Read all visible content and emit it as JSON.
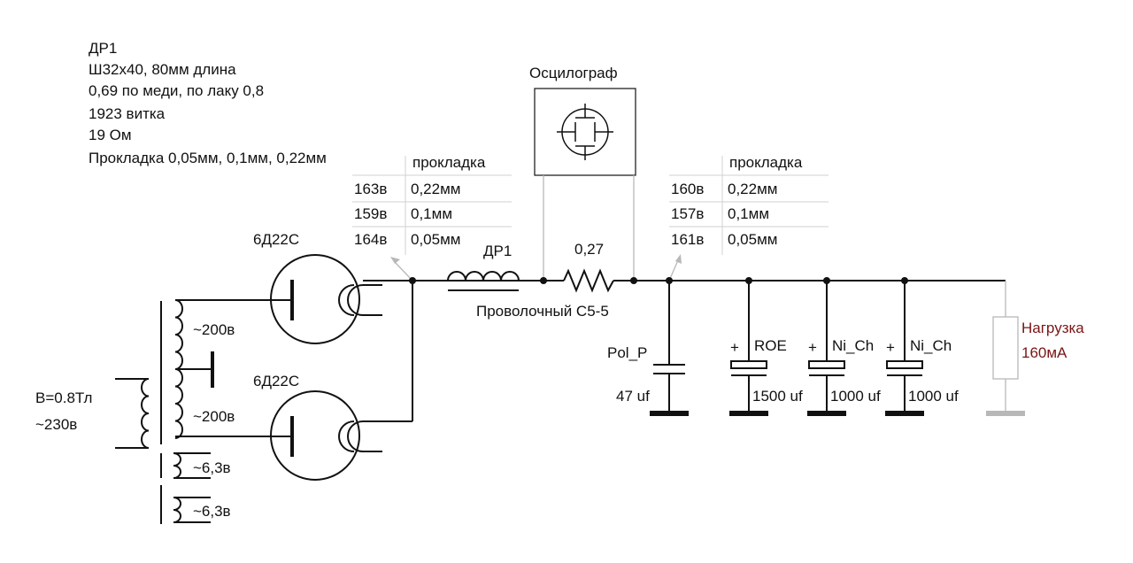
{
  "choke_notes": {
    "line1": "ДР1",
    "line2": "Ш32х40, 80мм длина",
    "line3": "0,69 по меди, по лаку 0,8",
    "line4": "1923 витка",
    "line5": "19 Ом",
    "line6": "Прокладка 0,05мм, 0,1мм, 0,22мм"
  },
  "table_left": {
    "header": "прокладка",
    "rows": [
      {
        "voltage": "163в",
        "gap": "0,22мм"
      },
      {
        "voltage": "159в",
        "gap": "0,1мм"
      },
      {
        "voltage": "164в",
        "gap": "0,05мм"
      }
    ]
  },
  "table_right": {
    "header": "прокладка",
    "rows": [
      {
        "voltage": "160в",
        "gap": "0,22мм"
      },
      {
        "voltage": "157в",
        "gap": "0,1мм"
      },
      {
        "voltage": "161в",
        "gap": "0,05мм"
      }
    ]
  },
  "oscilloscope": {
    "label": "Осцилограф"
  },
  "tubes": {
    "upper": "6Д22С",
    "lower": "6Д22С"
  },
  "transformer": {
    "primary_b": "B=0.8Тл",
    "primary_v": "~230в",
    "sec1": "~200в",
    "sec2": "~200в",
    "heater1": "~6,3в",
    "heater2": "~6,3в"
  },
  "choke": {
    "label": "ДР1"
  },
  "resistor": {
    "value": "0,27",
    "type": "Проволочный С5-5"
  },
  "capacitors": [
    {
      "name": "Pol_P",
      "value": "47 uf",
      "plus": ""
    },
    {
      "name": "ROE",
      "value": "1500 uf",
      "plus": "+"
    },
    {
      "name": "Ni_Ch",
      "value": "1000 uf",
      "plus": "+"
    },
    {
      "name": "Ni_Ch",
      "value": "1000 uf",
      "plus": "+"
    }
  ],
  "load": {
    "label1": "Нагрузка",
    "label2": "160мА",
    "color": "#7a1515"
  }
}
